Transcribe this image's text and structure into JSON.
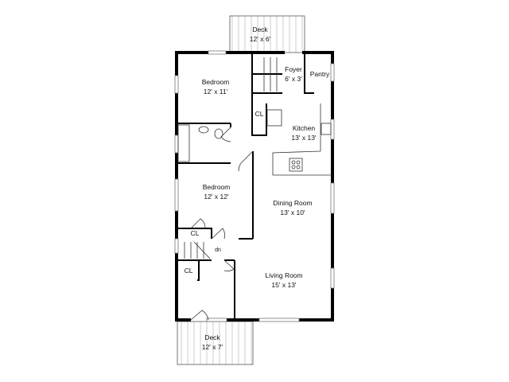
{
  "rooms": {
    "deck_top": {
      "name": "Deck",
      "dims": "12' x 6'"
    },
    "bedroom_1": {
      "name": "Bedroom",
      "dims": "12' x 11'"
    },
    "foyer": {
      "name": "Foyer",
      "dims": "6' x 3'"
    },
    "pantry": {
      "name": "Pantry"
    },
    "closet_1": {
      "name": "CL"
    },
    "kitchen": {
      "name": "Kitchen",
      "dims": "13' x 13'"
    },
    "bedroom_2": {
      "name": "Bedroom",
      "dims": "12' x 12'"
    },
    "dining": {
      "name": "Dining Room",
      "dims": "13' x 10'"
    },
    "closet_2": {
      "name": "CL"
    },
    "stairs_label": "dn",
    "closet_3": {
      "name": "CL"
    },
    "living": {
      "name": "Living Room",
      "dims": "15' x 13'"
    },
    "deck_bottom": {
      "name": "Deck",
      "dims": "12' x 7'"
    }
  }
}
